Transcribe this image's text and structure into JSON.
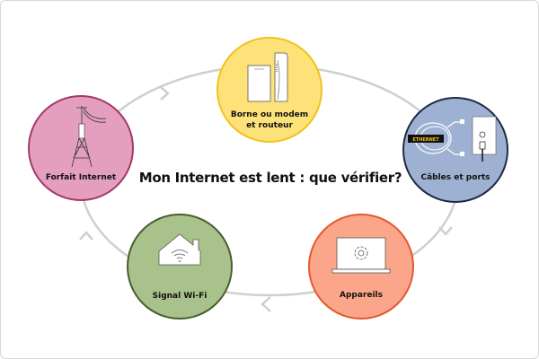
{
  "title": "Mon Internet est lent : que vérifier?",
  "nodes": [
    {
      "id": "modem",
      "label_line1": "Borne ou modem",
      "label_line2": "et routeur",
      "icon": "modem-router-icon",
      "fill": "#fde27a",
      "stroke": "#f2c21a"
    },
    {
      "id": "cables",
      "label": "Câbles et ports",
      "icon": "ethernet-cable-icon",
      "cable_tag": "ETHERNET",
      "fill": "#9fb1d3",
      "stroke": "#1f2a44"
    },
    {
      "id": "devices",
      "label": "Appareils",
      "icon": "laptop-gear-icon",
      "fill": "#fba68a",
      "stroke": "#e4582e"
    },
    {
      "id": "wifi",
      "label": "Signal Wi-Fi",
      "icon": "house-wifi-icon",
      "fill": "#a9c18a",
      "stroke": "#4a5e2e"
    },
    {
      "id": "plan",
      "label": "Forfait Internet",
      "icon": "transmission-tower-icon",
      "fill": "#e49fbf",
      "stroke": "#a13a6a"
    }
  ],
  "cycle_color": "#cfcfcb"
}
